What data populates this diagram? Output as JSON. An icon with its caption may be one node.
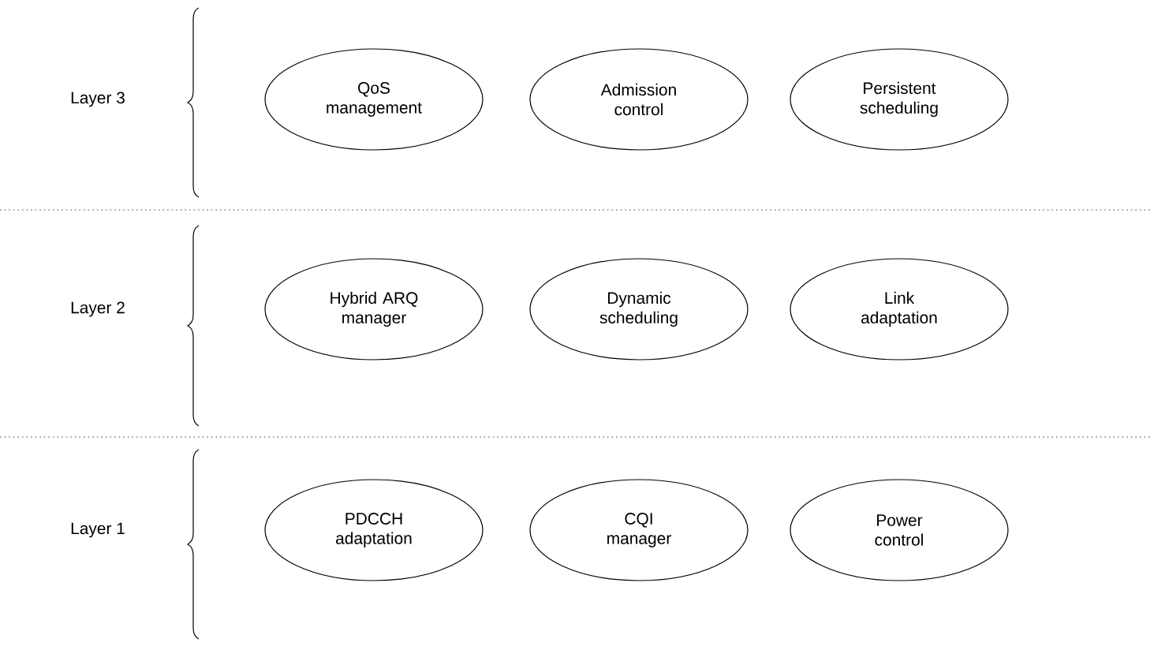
{
  "diagram": {
    "nodes": [
      {
        "text": [
          "QoS management"
        ]
      },
      {
        "text": [
          "Admission control"
        ]
      },
      {
        "text": [
          "Persistent scheduling"
        ]
      },
      {
        "text": [
          "Hybrid ARQ manager"
        ]
      },
      {
        "text": [
          "Dynamic scheduling"
        ]
      },
      {
        "text": [
          "Link adaptation"
        ]
      },
      {
        "text": [
          "PDCCH adaptation"
        ]
      },
      {
        "text": [
          "CQI manager"
        ]
      },
      {
        "text": [
          "Power control"
        ]
      }
    ],
    "labels": [
      "Layer 3",
      "Layer 2",
      "Layer 1"
    ]
  }
}
